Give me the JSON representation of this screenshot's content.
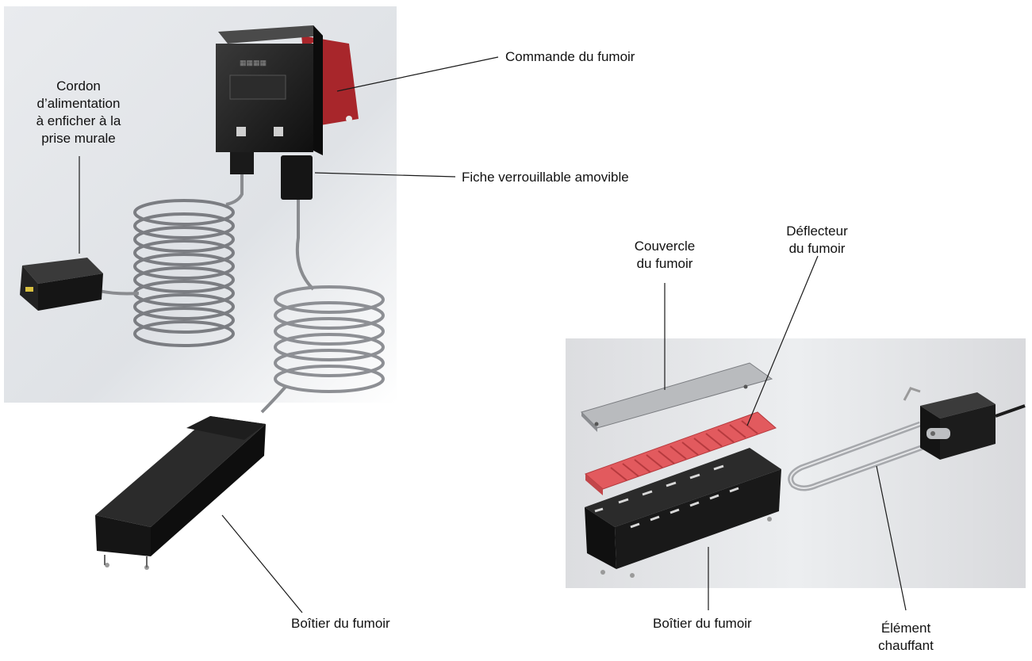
{
  "labels": {
    "power_cord": [
      "Cordon",
      "d’alimentation",
      "à enficher à la",
      "prise murale"
    ],
    "smoker_control": "Commande du fumoir",
    "locking_plug": "Fiche verrouillable amovible",
    "smoker_housing_left": "Boîtier du fumoir",
    "smoker_lid": [
      "Couvercle",
      "du fumoir"
    ],
    "smoker_deflector": [
      "Déflecteur",
      "du fumoir"
    ],
    "smoker_housing_right": "Boîtier du fumoir",
    "heating_element": [
      "Élément",
      "chauffant"
    ]
  },
  "colors": {
    "background_panel": "#e3e5e8",
    "body_black": "#1b1b1b",
    "deflector_red": "#e25a5e",
    "bracket_red": "#a8262b",
    "coil_gray": "#8a8c90",
    "lid_gray": "#b9bbbe"
  }
}
